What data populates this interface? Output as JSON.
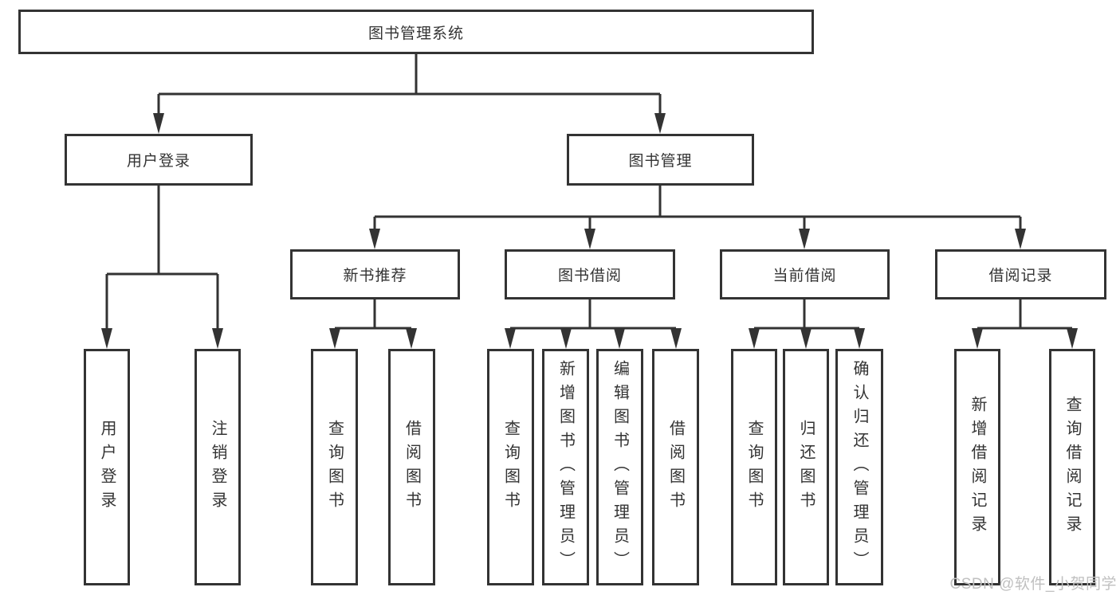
{
  "tree": {
    "root": "图书管理系统",
    "children": [
      {
        "label": "用户登录",
        "leaves": [
          "用户登录",
          "注销登录"
        ]
      },
      {
        "label": "图书管理",
        "children": [
          {
            "label": "新书推荐",
            "leaves": [
              "查询图书",
              "借阅图书"
            ]
          },
          {
            "label": "图书借阅",
            "leaves": [
              "查询图书",
              "新增图书（管理员）",
              "编辑图书（管理员）",
              "借阅图书"
            ]
          },
          {
            "label": "当前借阅",
            "leaves": [
              "查询图书",
              "归还图书",
              "确认归还（管理员）"
            ]
          },
          {
            "label": "借阅记录",
            "leaves": [
              "新增借阅记录",
              "查询借阅记录"
            ]
          }
        ]
      }
    ]
  },
  "watermark": {
    "text": "CSDN @软件_小贺同学"
  },
  "colors": {
    "stroke": "#333333",
    "text": "#333333",
    "background": "#ffffff",
    "watermark": "#c0c0c0"
  }
}
